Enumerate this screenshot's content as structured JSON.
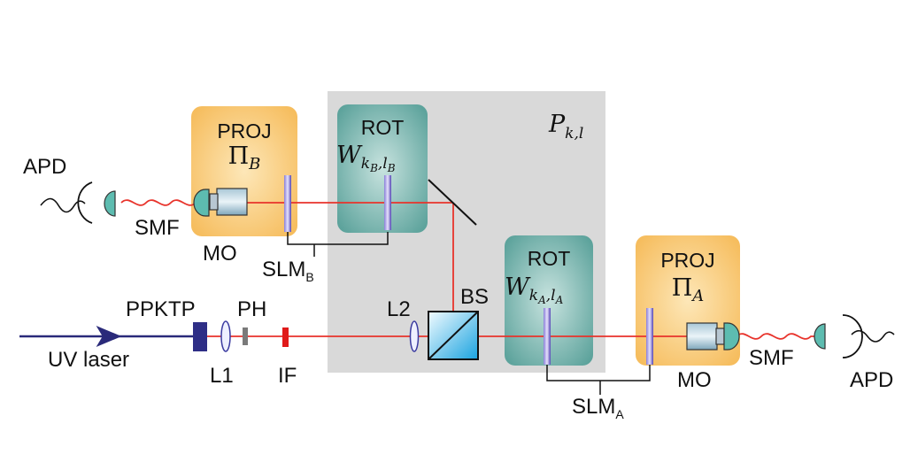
{
  "region": {
    "label": "P",
    "sub": "k,l"
  },
  "boxes": {
    "proj_b": {
      "title": "PROJ",
      "sym": "Π",
      "sub": "B"
    },
    "rot_b": {
      "title": "ROT",
      "sym": "W",
      "sub": "k",
      "subsub": "B",
      "sub2": ",l",
      "subsub2": "B"
    },
    "rot_a": {
      "title": "ROT",
      "sym": "W",
      "sub": "k",
      "subsub": "A",
      "sub2": ",l",
      "subsub2": "A"
    },
    "proj_a": {
      "title": "PROJ",
      "sym": "Π",
      "sub": "A"
    }
  },
  "labels": {
    "apd_left": "APD",
    "smf_left": "SMF",
    "mo_left": "MO",
    "slm_b": "SLM",
    "slm_b_sub": "B",
    "ppktp": "PPKTP",
    "ph": "PH",
    "uv_laser": "UV laser",
    "l1": "L1",
    "if": "IF",
    "l2": "L2",
    "bs": "BS",
    "slm_a": "SLM",
    "slm_a_sub": "A",
    "mo_right": "MO",
    "smf_right": "SMF",
    "apd_right": "APD"
  },
  "colors": {
    "beam": "#e8332b",
    "uv": "#2a2a7a",
    "region": "#d9d9d9",
    "proj": "#f8c36a",
    "rot": "#5aa7a0",
    "slm": "#6a5acd",
    "optic": "#5dbcb0"
  }
}
